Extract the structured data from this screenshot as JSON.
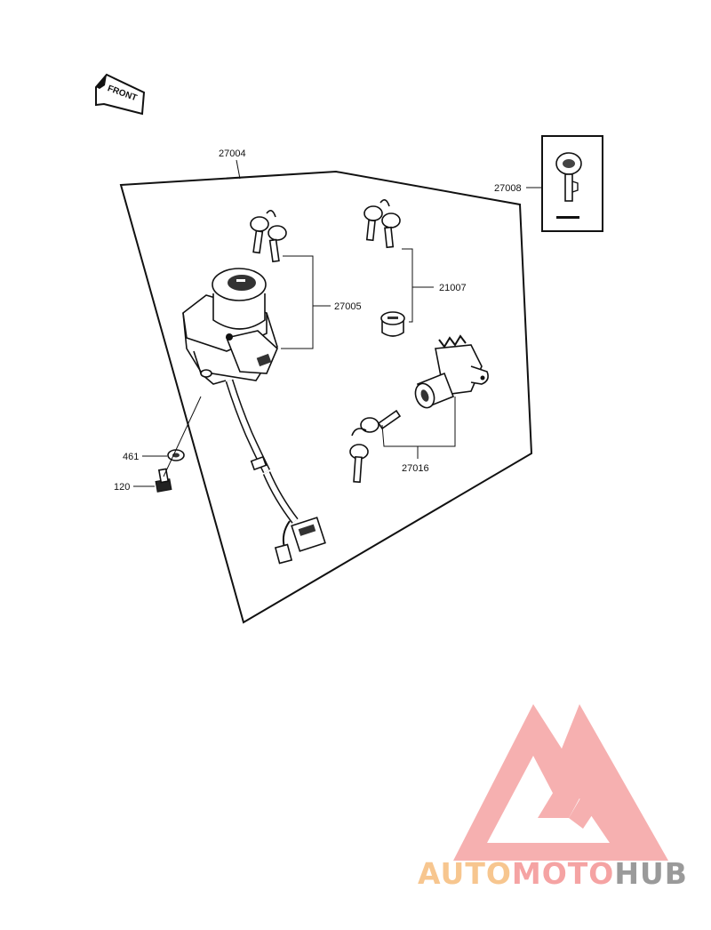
{
  "diagram": {
    "front_label": "FRONT",
    "callouts": {
      "assembly": "27004",
      "ignition_switch": "27005",
      "key_blank": "27008",
      "lock_cap": "21007",
      "seat_lock": "27016",
      "washer": "461",
      "bolt": "120"
    }
  },
  "watermark": {
    "word_auto": "AUTO",
    "word_moto": "MOTO",
    "word_hub": "HUB",
    "colors": {
      "logo_triangle": "#f5a3a3",
      "auto": "#f7c68f",
      "moto": "#f5a3a3",
      "hub": "#9a9a9a"
    }
  }
}
